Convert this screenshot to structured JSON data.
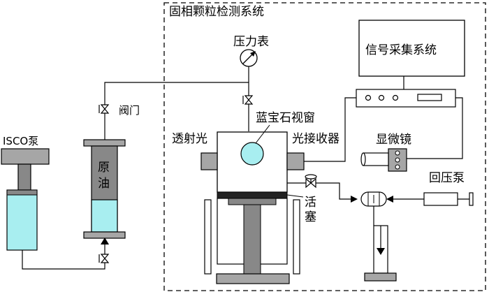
{
  "labels": {
    "system_title": "固相颗粒检测系统",
    "pressure_gauge": "压力表",
    "signal_system": "信号采集系统",
    "valve": "阀门",
    "sapphire_window": "蓝宝石视窗",
    "transmitter": "透射光",
    "receiver": "光接收器",
    "microscope": "显微镜",
    "isco_pump": "ISCO泵",
    "crude_oil_1": "原",
    "crude_oil_2": "油",
    "piston_1": "活",
    "piston_2": "塞",
    "back_pressure_pump": "回压泵"
  },
  "colors": {
    "fluid": "#a8eef0",
    "cylinder_gray": "#888888",
    "light_gray": "#a6a6a6",
    "line": "#000000"
  },
  "icons": {
    "valve": "bowtie-valve-icon",
    "gauge": "pressure-gauge-icon",
    "flow_arrow": "arrowhead-icon"
  }
}
